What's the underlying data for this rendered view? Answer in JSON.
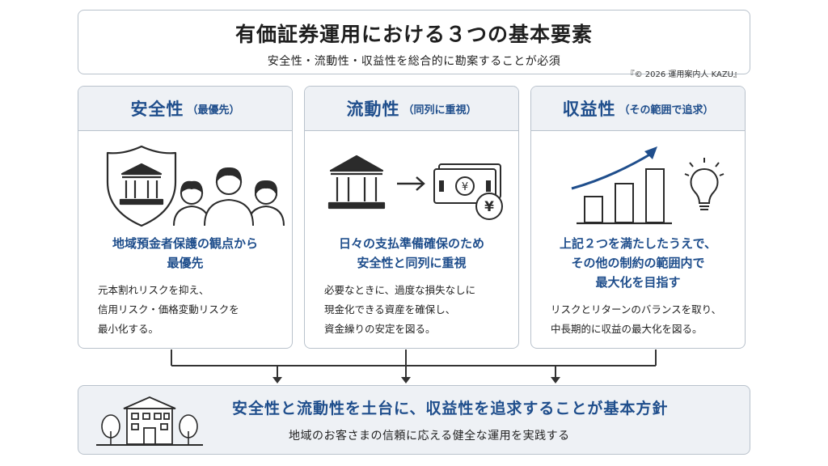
{
  "header": {
    "title": "有価証券運用における３つの基本要素",
    "subtitle": "安全性・流動性・収益性を総合的に勘案することが必須",
    "credit": "『© 2026 運用案内人 KAZU』"
  },
  "cards": [
    {
      "title": "安全性",
      "tag": "（最優先）",
      "headline": [
        "地域預金者保護の観点から",
        "最優先"
      ],
      "body": [
        "元本割れリスクを抑え、",
        "信用リスク・価格変動リスクを",
        "最小化する。"
      ],
      "icons": [
        "shield-bank-icon",
        "family-icon"
      ]
    },
    {
      "title": "流動性",
      "tag": "（同列に重視）",
      "headline": [
        "日々の支払準備確保のため",
        "安全性と同列に重視"
      ],
      "body": [
        "必要なときに、過度な損失なしに",
        "現金化できる資産を確保し、",
        "資金繰りの安定を図る。"
      ],
      "icons": [
        "bank-icon",
        "arrow-right-icon",
        "banknote-icon",
        "yen-coin-icon"
      ],
      "yen": "¥"
    },
    {
      "title": "収益性",
      "tag": "（その範囲で追求）",
      "headline": [
        "上記２つを満たしたうえで、",
        "その他の制約の範囲内で",
        "最大化を目指す"
      ],
      "body": [
        "リスクとリターンのバランスを取り、",
        "中長期的に収益の最大化を図る。"
      ],
      "icons": [
        "bar-chart-up-icon",
        "lightbulb-icon"
      ]
    }
  ],
  "footer": {
    "main": "安全性と流動性を土台に、収益性を追求することが基本方針",
    "sub": "地域のお客さまの信頼に応える健全な運用を実践する",
    "icons": [
      "building-icon",
      "tree-icon"
    ]
  },
  "colors": {
    "accent": "#1f4e8c",
    "border": "#b9c2cc",
    "panel": "#eef1f5"
  }
}
